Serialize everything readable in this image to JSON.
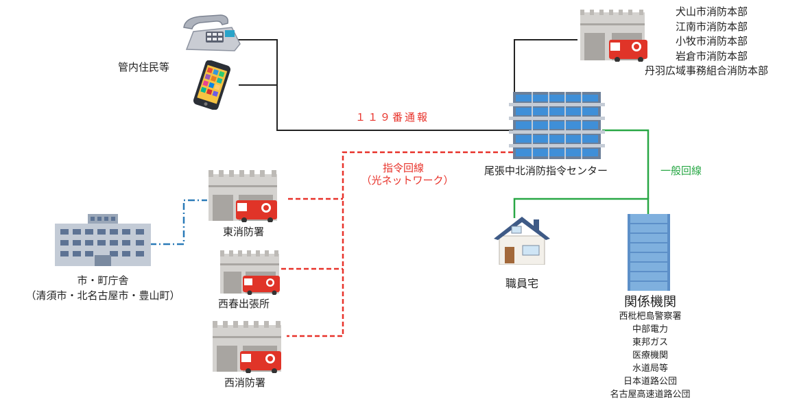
{
  "labels": {
    "residents": "管内住民等",
    "call_119": "１１９番通報",
    "command_line": "指令回線",
    "fiber_network": "（光ネットワーク）",
    "center": "尾張中北消防指令センター",
    "general_line": "一般回線",
    "east_station": "東消防署",
    "nishiharu_branch": "西春出張所",
    "west_station": "西消防署",
    "city_office": "市・町庁舎",
    "city_office_sub": "（清須市・北名古屋市・豊山町）",
    "staff_home": "職員宅",
    "agencies_title": "関係機関"
  },
  "fire_hqs": [
    "犬山市消防本部",
    "江南市消防本部",
    "小牧市消防本部",
    "岩倉市消防本部",
    "丹羽広域事務組合消防本部"
  ],
  "agencies": [
    "西枇杷島警察署",
    "中部電力",
    "東邦ガス",
    "医療機関",
    "水道局等",
    "日本道路公団",
    "名古屋高速道路公団"
  ],
  "colors": {
    "black_line": "#222222",
    "red_line": "#e8322a",
    "green_line": "#28a745",
    "blue_line": "#2a7ab8"
  },
  "icons": [
    "telephone-icon",
    "smartphone-icon",
    "fire-station-icon",
    "command-center-building-icon",
    "city-hall-icon",
    "house-icon",
    "office-tower-icon"
  ]
}
